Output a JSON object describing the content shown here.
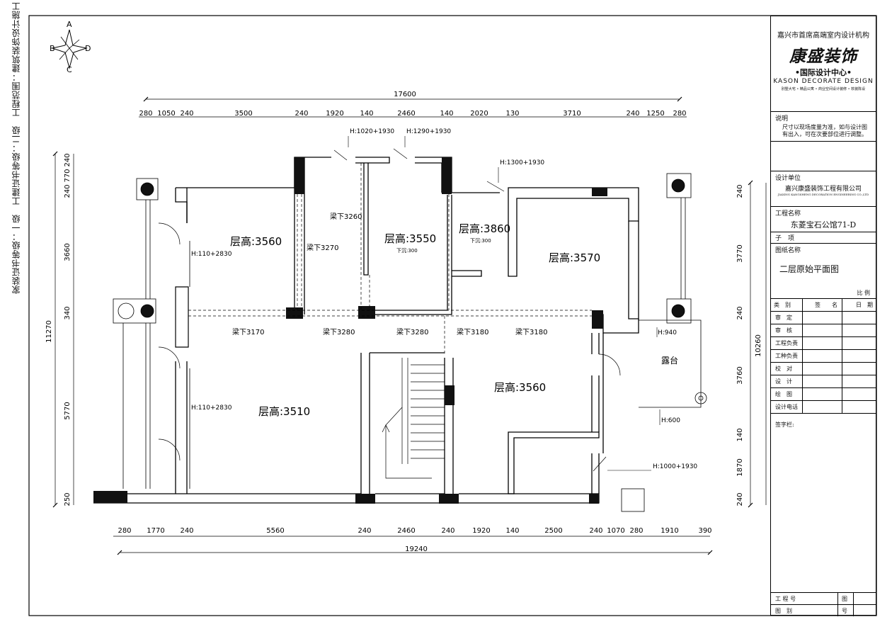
{
  "side_note": "家装证书等级：一级　工建证书等级：二级　工程范围：建筑装饰设计施工",
  "compass": {
    "north": "A",
    "west": "B",
    "south": "C",
    "east": "D"
  },
  "title_block": {
    "org_top": "嘉兴市首席高端室内设计机构",
    "logo": "康盛装饰",
    "center": "•国际设计中心•",
    "english": "KASON DECORATE DESIGN",
    "tagline": "别墅大宅 • 精品公寓 • 商业空间设计装修 • 软装陈设",
    "note_label": "说明",
    "note_text": "尺寸以现场度量为准，如与设计图有出入，可在次要部位进行调整。",
    "unit_label": "设计单位",
    "unit_name": "嘉兴康盛装饰工程有限公司",
    "unit_name_en": "JIAXING KANGSHENG DECORATION ENGINEERING CO.,LTD",
    "project_label": "工程名称",
    "project_name": "东菱宝石公馆71-D",
    "sub_label": "子　项",
    "drawing_label": "图纸名称",
    "drawing_name": "二层原始平面图",
    "scale_label": "比 例",
    "sign_headers": [
      "类　别",
      "签　　名",
      "日　期"
    ],
    "rows": [
      "审　定",
      "审　核",
      "工程负责",
      "工种负责",
      "校　对",
      "设　计",
      "绘　图",
      "设计电话"
    ],
    "signature_label": "签字栏:",
    "bottom_rows": [
      [
        "工 程 号",
        "图"
      ],
      [
        "图　别",
        "号"
      ]
    ]
  },
  "dims": {
    "top_total": "17600",
    "top": [
      "280",
      "1050",
      "240",
      "3500",
      "240",
      "1920",
      "140",
      "2460",
      "140",
      "2020",
      "130",
      "3710",
      "240",
      "1250",
      "280"
    ],
    "bottom_total": "19240",
    "bottom": [
      "280",
      "1770",
      "240",
      "5560",
      "240",
      "2460",
      "240",
      "1920",
      "140",
      "2500",
      "240",
      "1070",
      "280",
      "1910",
      "390"
    ],
    "left_total": "11270",
    "left": [
      "240",
      "770",
      "240",
      "3660",
      "340",
      "5770",
      "250"
    ],
    "right_total": "10260",
    "right": [
      "240",
      "3770",
      "240",
      "3760",
      "140",
      "1870",
      "240"
    ]
  },
  "rooms": [
    {
      "label": "层高:3560"
    },
    {
      "label": "层高:3550",
      "sub": "下沉:300"
    },
    {
      "label": "层高:3860",
      "sub": "下沉:300"
    },
    {
      "label": "层高:3570"
    },
    {
      "label": "层高:3510"
    },
    {
      "label": "层高:3560"
    },
    {
      "label": "露台"
    }
  ],
  "beams": [
    "梁下3260",
    "梁下3270",
    "梁下3170",
    "梁下3280",
    "梁下3280",
    "梁下3180",
    "梁下3180"
  ],
  "openings": [
    "H:1020+1930",
    "H:1290+1930",
    "H:1300+1930",
    "H:110+2830",
    "H:110+2830",
    "H:940",
    "H:600",
    "H:1000+1930"
  ]
}
